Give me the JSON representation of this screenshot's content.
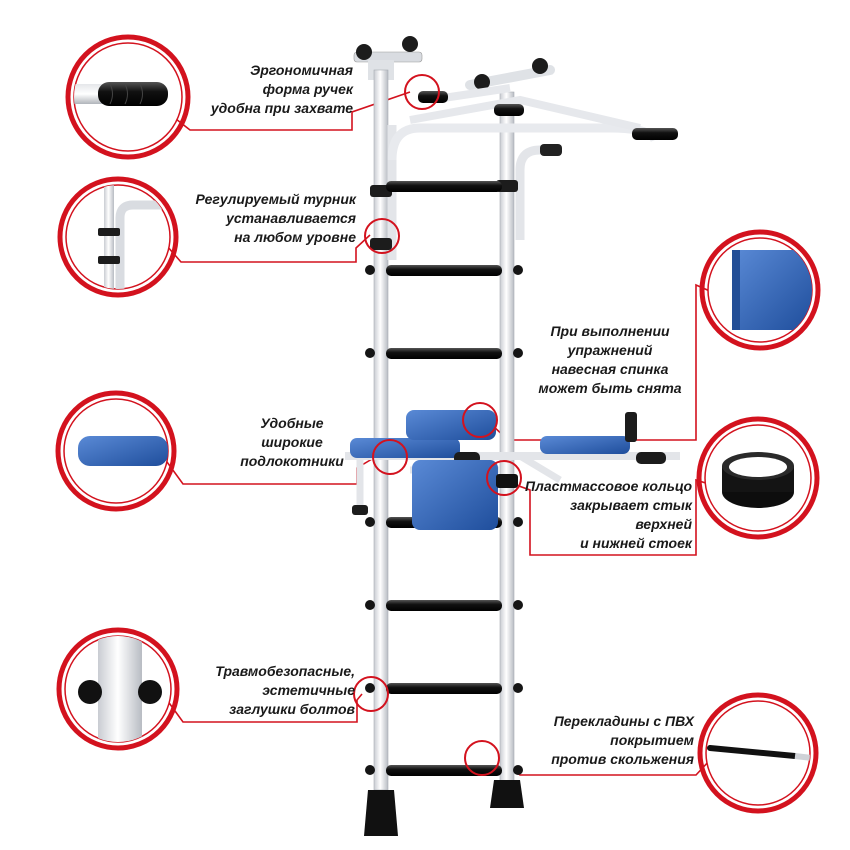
{
  "colors": {
    "accent_red": "#d3121e",
    "frame_white": "#e9ebef",
    "rung_black": "#1c1c1c",
    "pad_blue": "#2f62b4"
  },
  "callouts": {
    "handles": "Эргономичная\nформа ручек\nудобна при захвате",
    "bar": "Регулируемый турник\nустанавливается\nна любом уровне",
    "backrest": "При выполнении\nупражнений\nнавесная спинка\nможет быть снята",
    "armrests": "Удобные\nширокие\nподлокотники",
    "ring": "Пластмассовое кольцо\nзакрывает стык\nверхней\nи нижней стоек",
    "plugs": "Травмобезопасные,\nэстетичные\nзаглушки болтов",
    "rungs": "Перекладины с ПВХ\nпокрытием\nпротив скольжения"
  },
  "icons": {
    "handle": "handle-grip-icon",
    "bar": "bar-clamp-icon",
    "backrest": "backrest-pad-icon",
    "armrest": "armrest-pad-icon",
    "ring": "plastic-ring-icon",
    "plug": "bolt-plug-icon",
    "rung": "pvc-rung-icon"
  }
}
